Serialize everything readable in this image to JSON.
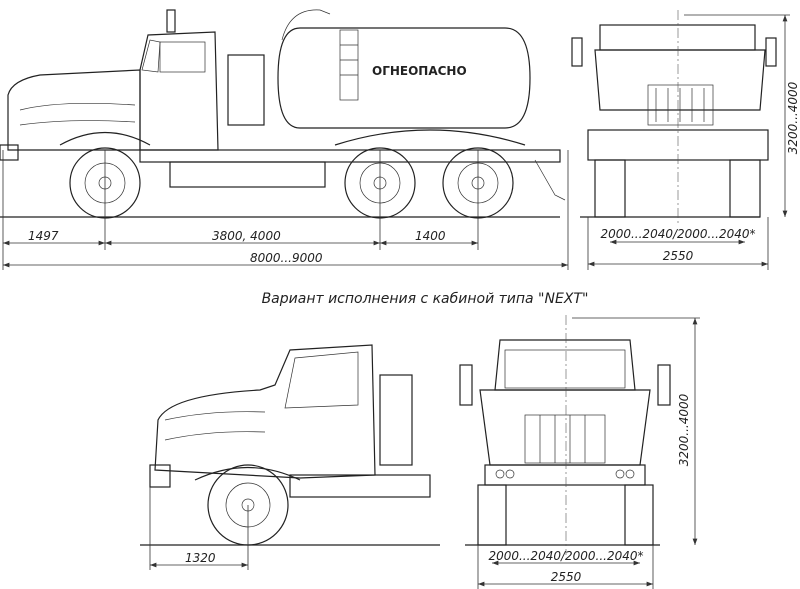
{
  "tank_label": "ОГНЕОПАСНО",
  "caption": "Вариант исполнения с кабиной типа \"NEXT\"",
  "dimensions": {
    "front_overhang": "1497",
    "wheelbase": "3800, 4000",
    "rear_axle_spacing": "1400",
    "overall_length": "8000...9000",
    "height_top": "3200...4000",
    "track_top": "2000...2040/2000...2040*",
    "width_top": "2550",
    "front_overhang_next": "1320",
    "height_next": "3200...4000",
    "track_next": "2000...2040/2000...2040*",
    "width_next": "2550"
  }
}
